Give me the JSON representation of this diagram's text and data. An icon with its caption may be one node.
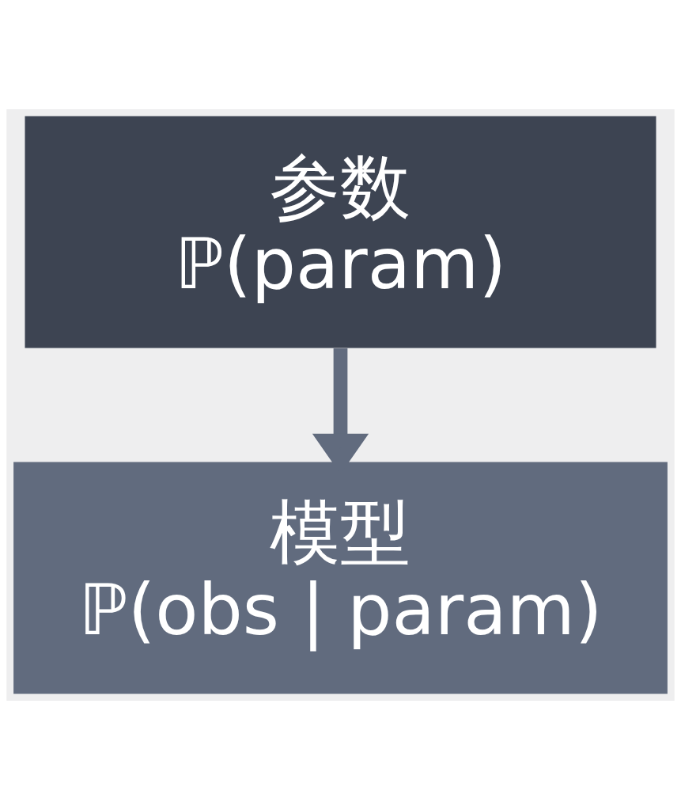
{
  "diagram": {
    "nodes": [
      {
        "text": [
          "参数",
          "ℙ(param)"
        ]
      },
      {
        "text": [
          "模型",
          "ℙ(obs | param)"
        ]
      }
    ],
    "edges": [
      {
        "from": 0,
        "to": 1,
        "arrow": "to"
      }
    ]
  }
}
